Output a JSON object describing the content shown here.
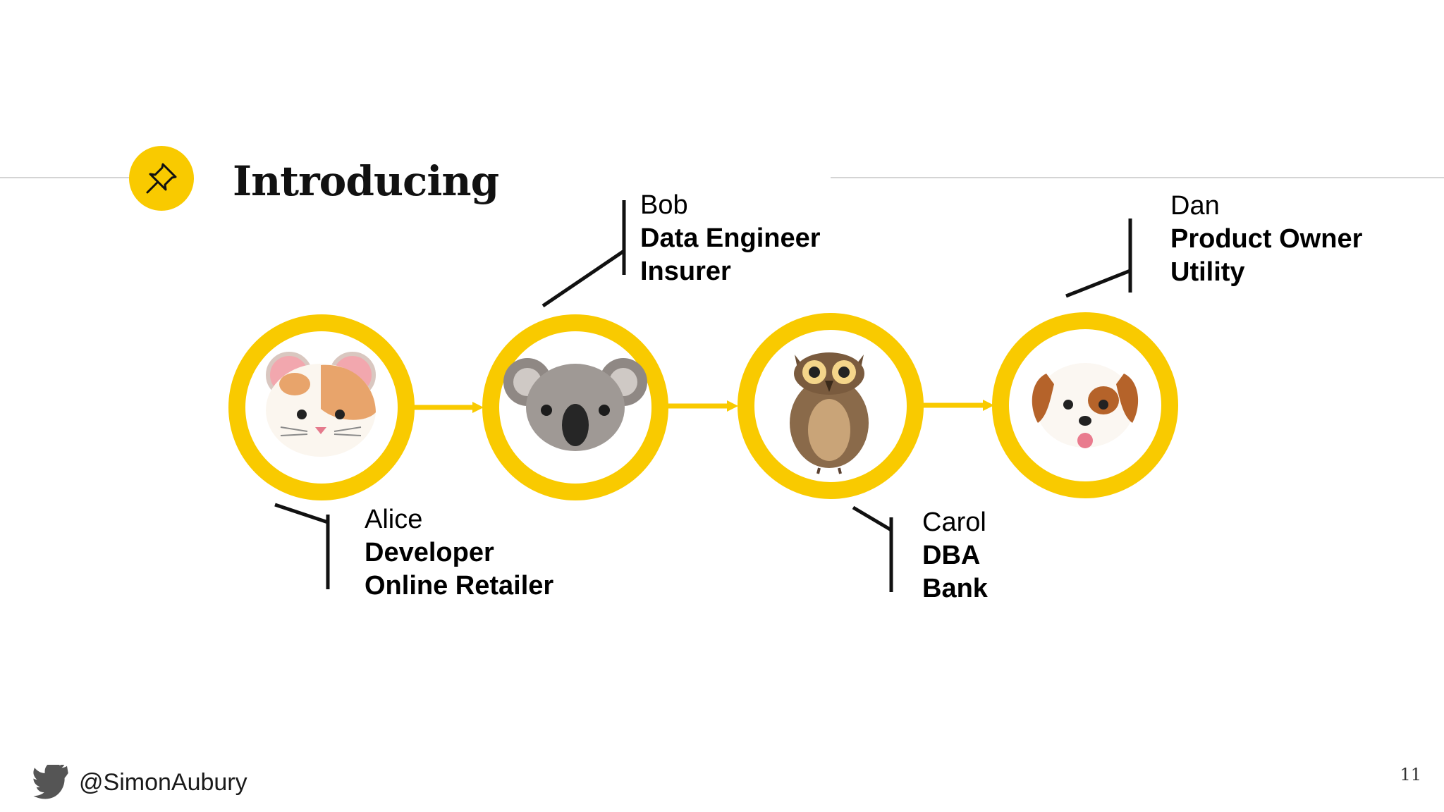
{
  "slide": {
    "title": "Introducing",
    "title_icon": "pushpin-icon",
    "page_number": "11",
    "accent_color": "#f9ca00"
  },
  "footer": {
    "icon": "twitter-bird-icon",
    "handle": "@SimonAubury"
  },
  "people": [
    {
      "name": "Alice",
      "role": "Developer",
      "org": "Online Retailer",
      "avatar": "hamster-icon"
    },
    {
      "name": "Bob",
      "role": "Data Engineer",
      "org": "Insurer",
      "avatar": "koala-icon"
    },
    {
      "name": "Carol",
      "role": "DBA",
      "org": "Bank",
      "avatar": "owl-icon"
    },
    {
      "name": "Dan",
      "role": "Product Owner",
      "org": "Utility",
      "avatar": "dog-icon"
    }
  ]
}
